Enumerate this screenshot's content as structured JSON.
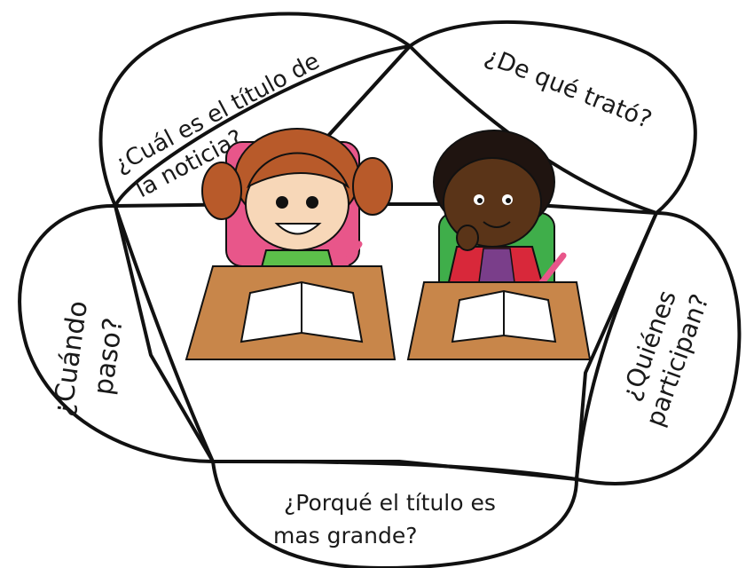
{
  "petals": {
    "top_left": {
      "line1": "¿Cuál es el título de",
      "line2": "la noticia?"
    },
    "top_right": {
      "line1": "¿De qué trató?"
    },
    "left": {
      "line1": "¿Cuándo",
      "line2": "paso?"
    },
    "right": {
      "line1": "¿Quiénes",
      "line2": "participan?"
    },
    "bottom": {
      "line1": "¿Porqué el título es",
      "line2": "mas grande?"
    }
  },
  "illustration": {
    "subject": "two children reading books at school desks",
    "colors": {
      "desk": "#c8864a",
      "girl_chair": "#e8568a",
      "boy_chair": "#3fae4a",
      "girl_hair": "#b85a2a",
      "boy_skin": "#5a3418",
      "boy_shirt": "#d8283a"
    }
  }
}
